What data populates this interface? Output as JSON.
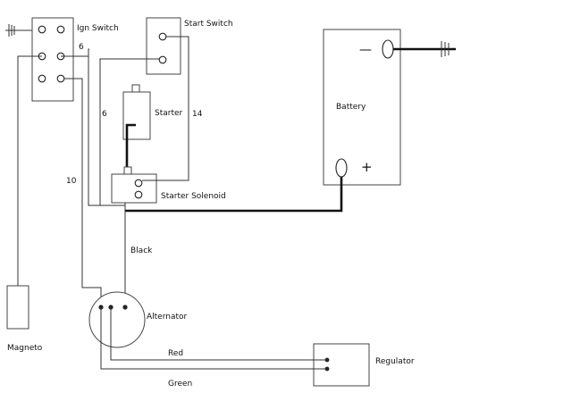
{
  "labels": {
    "ign_switch": "Ign Switch",
    "start_switch": "Start Switch",
    "starter": "Starter",
    "starter_solenoid": "Starter Solenoid",
    "battery": "Battery",
    "battery_neg": "—",
    "battery_pos": "+",
    "magneto": "Magneto",
    "alternator": "Alternator",
    "regulator": "Regulator"
  },
  "wires": {
    "w6_top": "6",
    "w6_left": "6",
    "w14": "14",
    "w10": "10",
    "black": "Black",
    "red": "Red",
    "green": "Green"
  },
  "colors": {
    "line": "#333333",
    "heavy": "#111111",
    "box_stroke": "#444444"
  }
}
